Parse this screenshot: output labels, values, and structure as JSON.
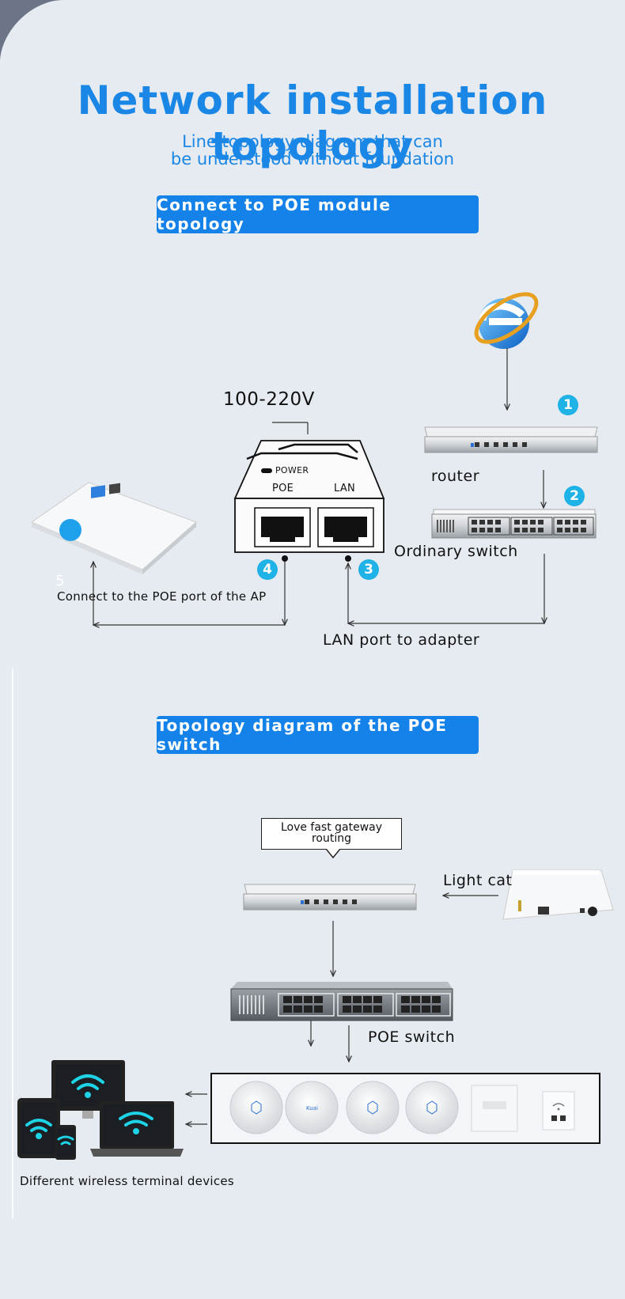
{
  "header": {
    "title": "Network installation topology",
    "subtitle_line1": "Line topology diagram that can",
    "subtitle_line2": "be understood without foundation"
  },
  "section1": {
    "heading": "Connect to POE module topology",
    "voltage": "100-220V",
    "power_label": "POWER",
    "poe_port_label": "POE",
    "lan_port_label": "LAN",
    "router_label": "router",
    "switch_label": "Ordinary switch",
    "ap_label": "Connect to the POE port of the AP",
    "adapter_label": "LAN port to adapter",
    "badges": [
      "1",
      "2",
      "3",
      "4",
      "5"
    ]
  },
  "section2": {
    "heading": "Topology diagram of the POE switch",
    "gateway_callout": "Love fast gateway routing",
    "light_cat_label": "Light cat",
    "poe_switch_label": "POE switch",
    "devices_label": "Different wireless terminal devices",
    "ap_brand": "Kuai"
  },
  "colors": {
    "accent": "#1482e8",
    "title_blue": "#1a87e6",
    "badge_cyan": "#1fb2e6",
    "background": "#e6ebf1",
    "wifi_cyan": "#1fd3e6"
  },
  "icons": [
    "internet-explorer-icon",
    "wifi-icon"
  ]
}
